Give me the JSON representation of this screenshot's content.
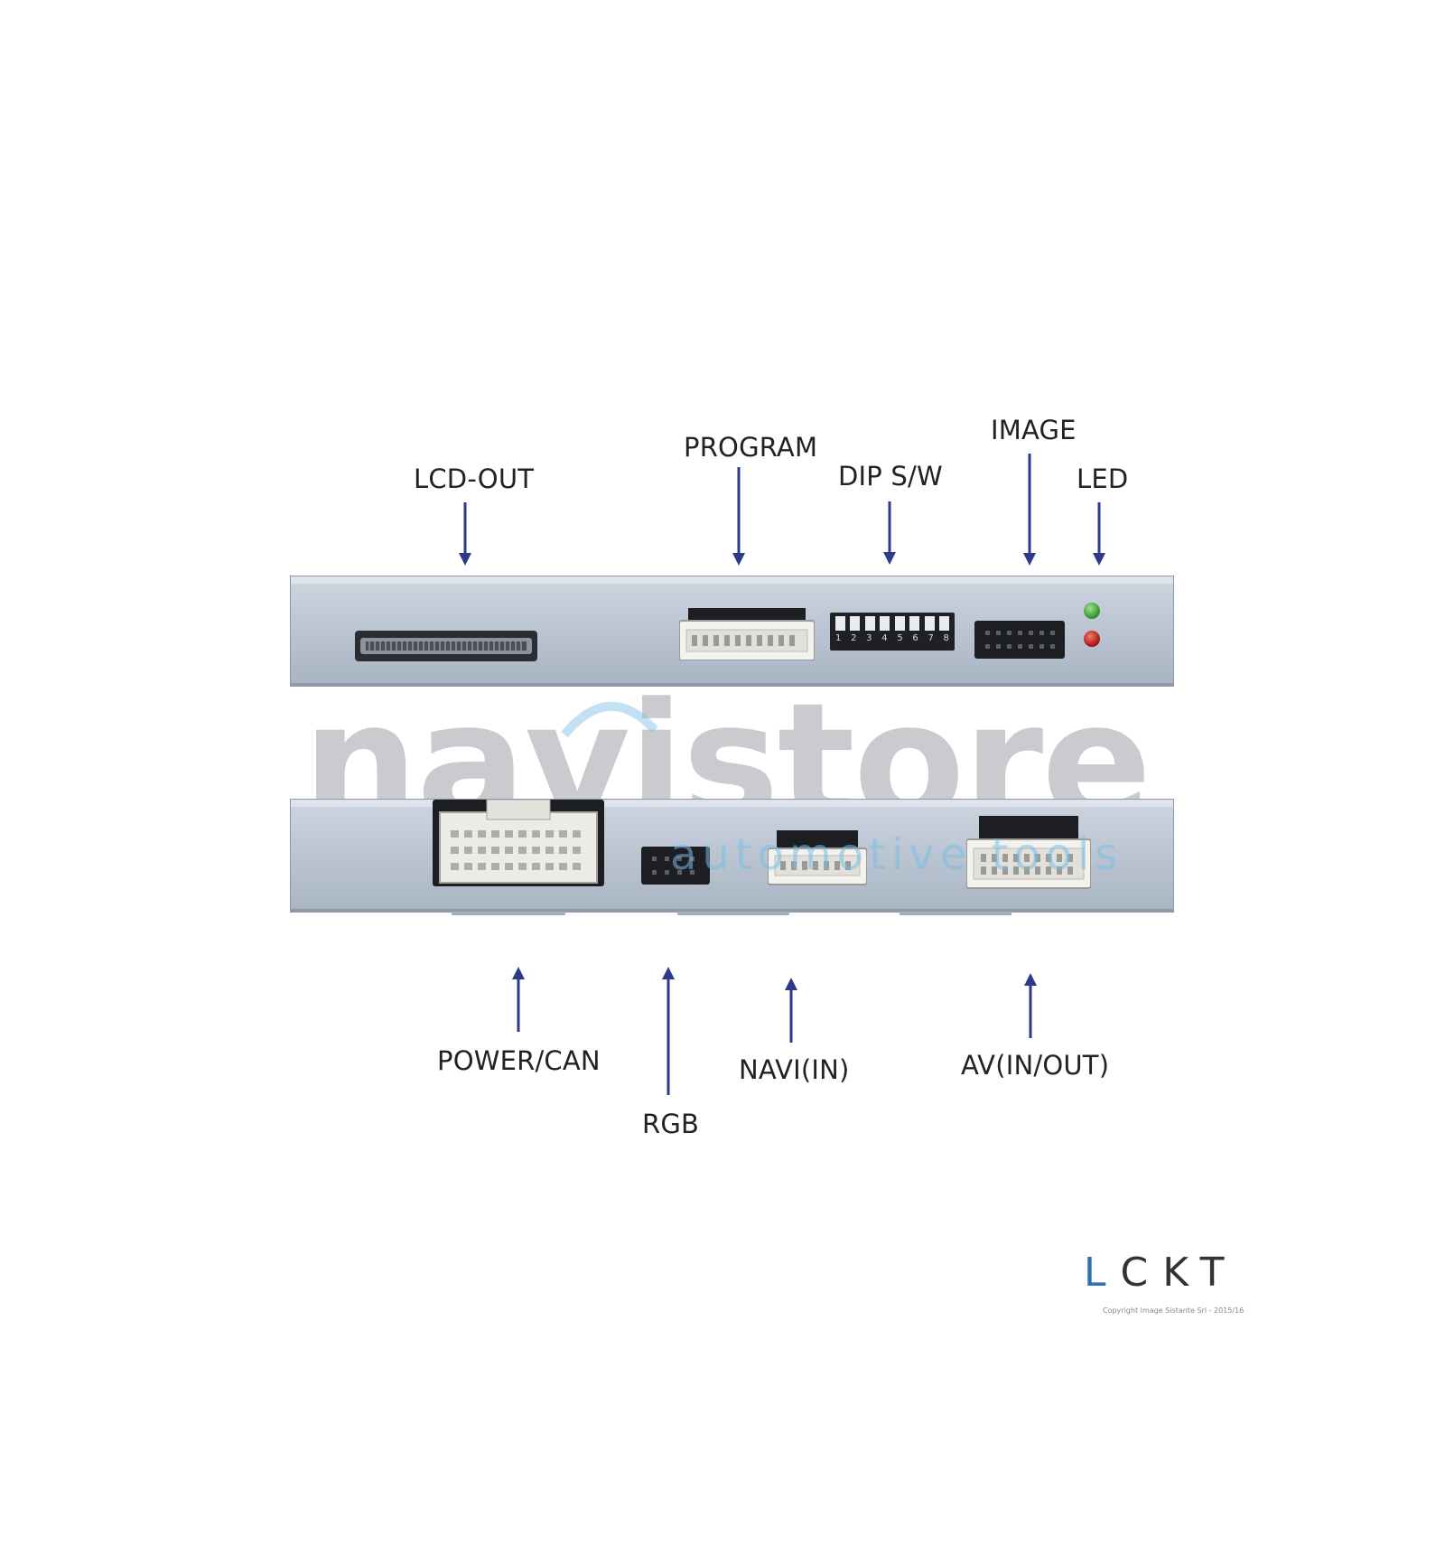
{
  "labels": {
    "lcd_out": "LCD-OUT",
    "program": "PROGRAM",
    "dip_sw": "DIP S/W",
    "image": "IMAGE",
    "led": "LED",
    "power_can": "POWER/CAN",
    "rgb": "RGB",
    "navi_in": "NAVI(IN)",
    "av_in_out": "AV(IN/OUT)"
  },
  "dip_numbers": [
    "1",
    "2",
    "3",
    "4",
    "5",
    "6",
    "7",
    "8"
  ],
  "watermark": {
    "brand": "navistore",
    "tagline": "automotive tools"
  },
  "logo": {
    "first_letter": "L",
    "rest": "CKT"
  },
  "copyright": "Copyright Image Sistante Srl - 2015/16",
  "colors": {
    "arrow": "#2e3a8c",
    "led_green": "#3f9a3a",
    "led_red": "#b21e1e",
    "panel": "#bcc6d3"
  }
}
